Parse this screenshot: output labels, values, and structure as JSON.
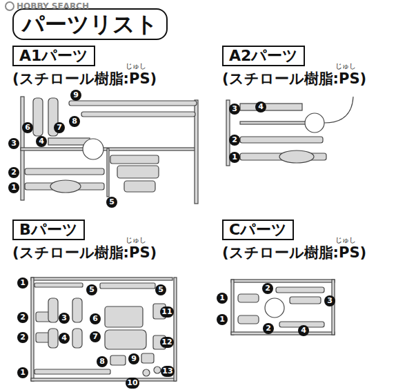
{
  "diagram": {
    "title": "パーツリスト",
    "nodes": [
      {
        "text": [
          "A1パーツ"
        ]
      },
      {
        "text": [
          "A2パーツ"
        ]
      },
      {
        "text": [
          "Bパーツ"
        ]
      },
      {
        "text": [
          "Cパーツ"
        ]
      }
    ],
    "labels": [
      "HOBBY SEARCH",
      "(スチロール樹脂:PS)",
      "じゅし",
      "9",
      "8",
      "6",
      "7",
      "3",
      "4",
      "2",
      "1",
      "5",
      "(スチロール樹脂:PS)",
      "じゅし",
      "3",
      "4",
      "2",
      "1",
      "(スチロール樹脂:PS)",
      "じゅし",
      "1",
      "5",
      "5",
      "2",
      "3",
      "11",
      "6",
      "2",
      "4",
      "12",
      "7",
      "8",
      "9",
      "13",
      "1",
      "10",
      "(スチロール樹脂:PS)",
      "じゅし",
      "2",
      "1",
      "3",
      "1",
      "2",
      "4"
    ]
  }
}
